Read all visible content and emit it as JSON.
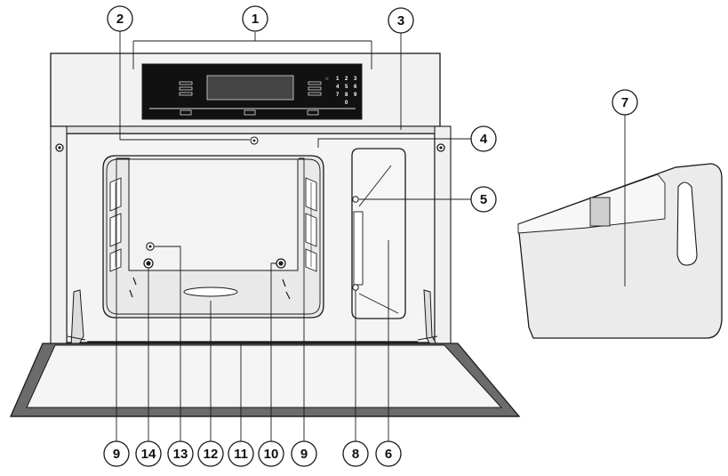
{
  "diagram": {
    "callouts": [
      "1",
      "2",
      "3",
      "4",
      "5",
      "7",
      "9",
      "14",
      "13",
      "12",
      "11",
      "10",
      "9",
      "8",
      "6"
    ],
    "keypad": {
      "row1": [
        "○",
        "1",
        "2",
        "3"
      ],
      "row2": [
        "4",
        "5",
        "6"
      ],
      "row3": [
        "7",
        "8",
        "9"
      ],
      "row4": [
        "0"
      ]
    },
    "colors": {
      "line": "#1a1a1a",
      "panel_fill": "#f2f2f2",
      "cavity_fill": "#e9e9e9",
      "display_fill": "#111111",
      "door_edge": "#6b6b6b",
      "tank_fill": "#ebebeb"
    }
  }
}
